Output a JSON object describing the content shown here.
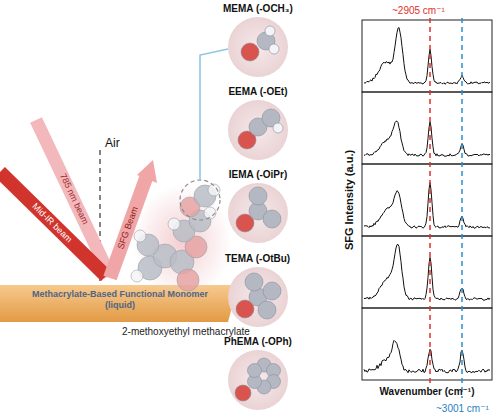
{
  "diagram": {
    "nodes": [
      {
        "text": [
          "MEMA (-OCH₃)"
        ]
      },
      {
        "text": [
          "EEMA (-OEt)"
        ]
      },
      {
        "text": [
          "IEMA (-OiPr)"
        ]
      },
      {
        "text": [
          "TEMA (-OtBu)"
        ]
      },
      {
        "text": [
          "PhEMA (-OPh)"
        ]
      }
    ],
    "labels": [
      "Air",
      "785 nm beam",
      "Mid-IR beam",
      "SFG Beam",
      "Methacrylate-Based Functional Monomer (liquid)",
      "2-methoxyethyl methacrylate",
      "~2905 cm⁻¹",
      "~3001 cm⁻¹",
      "SFG Intensity (a.u.)",
      "Wavenumber (cm⁻¹)"
    ]
  }
}
